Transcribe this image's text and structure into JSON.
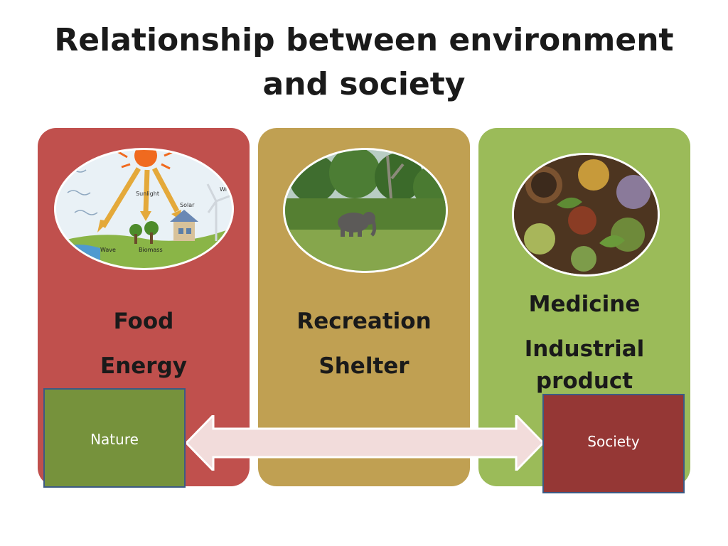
{
  "slide": {
    "title_line1": "Relationship between environment",
    "title_line2": "and society"
  },
  "panels": [
    {
      "color": "#c0504d",
      "image_labels": {
        "sunlight": "Sunlight",
        "solar": "Solar",
        "wind": "Wi",
        "wave": "Wave",
        "biomass": "Biomass"
      },
      "lines": [
        "Food",
        "Energy"
      ]
    },
    {
      "color": "#c0a052",
      "lines": [
        "Recreation",
        "Shelter"
      ]
    },
    {
      "color": "#9bbb59",
      "lines": [
        "Medicine",
        "Industrial",
        "product"
      ]
    }
  ],
  "nature_box": {
    "label": "Nature",
    "color": "#76923c"
  },
  "society_box": {
    "label": "Society",
    "color": "#953735"
  },
  "arrow": {
    "color": "#f2dcdb"
  }
}
